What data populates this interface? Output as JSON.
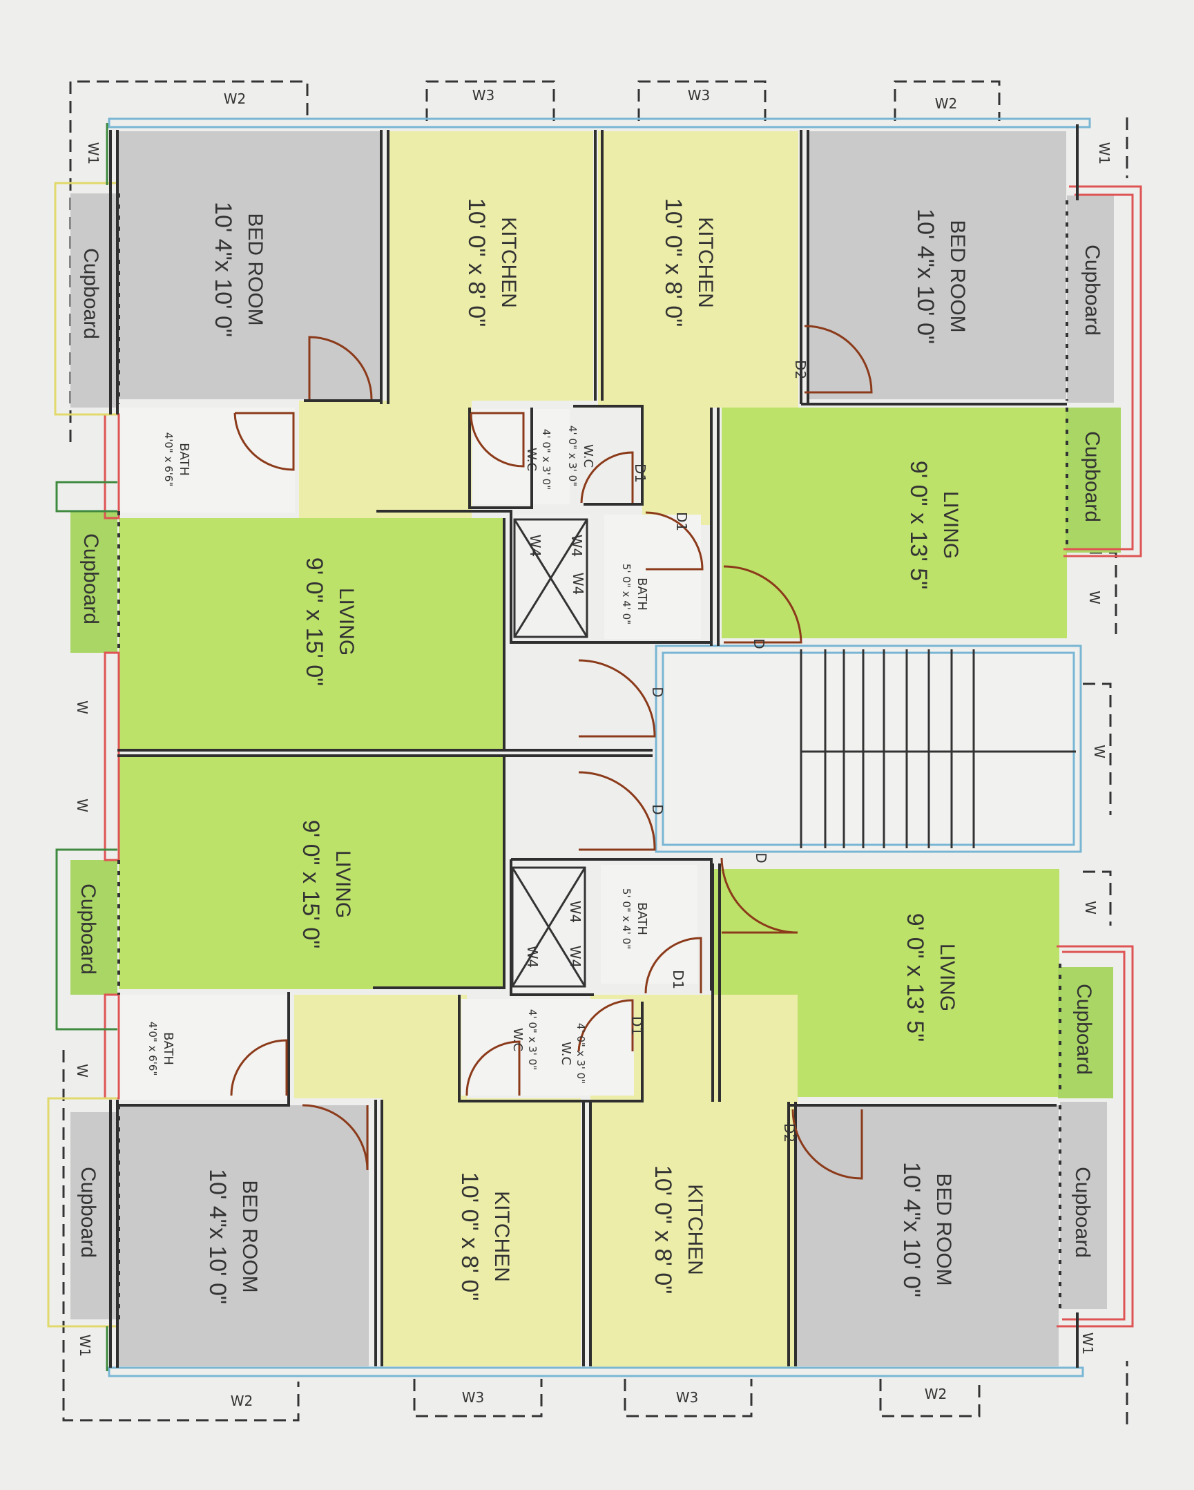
{
  "colors": {
    "bedroom": "#cacaca",
    "kitchen": "#eceda8",
    "living": "#bde26a",
    "cupboard_green": "#a9d664",
    "bath": "#f3f3f1",
    "stair": "#f1f2f0",
    "wall": "#2f2f2f",
    "door_arc": "#8b3a1a",
    "outline_blue": "#79b6d4",
    "outline_red": "#de5353",
    "outline_yellow": "#e1d96b",
    "outline_green": "#3f8a3f",
    "dashed": "#333333"
  },
  "rooms": [
    {
      "id": "bed-tl",
      "name": "BED ROOM",
      "size": "10' 4\"x 10' 0\"",
      "kind": "bedroom"
    },
    {
      "id": "kit-tl",
      "name": "KITCHEN",
      "size": "10' 0\" x 8' 0\"",
      "kind": "kitchen"
    },
    {
      "id": "kit-tr",
      "name": "KITCHEN",
      "size": "10' 0\" x 8' 0\"",
      "kind": "kitchen"
    },
    {
      "id": "bed-tr",
      "name": "BED ROOM",
      "size": "10' 4\"x 10' 0\"",
      "kind": "bedroom"
    },
    {
      "id": "liv-tr",
      "name": "LIVING",
      "size": "9' 0\" x 13' 5\"",
      "kind": "living"
    },
    {
      "id": "liv-l1",
      "name": "LIVING",
      "size": "9' 0\" x 15' 0\"",
      "kind": "living"
    },
    {
      "id": "liv-l2",
      "name": "LIVING",
      "size": "9' 0\" x 15' 0\"",
      "kind": "living"
    },
    {
      "id": "liv-br",
      "name": "LIVING",
      "size": "9' 0\" x 13' 5\"",
      "kind": "living"
    },
    {
      "id": "bed-bl",
      "name": "BED ROOM",
      "size": "10' 4\"x 10' 0\"",
      "kind": "bedroom"
    },
    {
      "id": "kit-bl",
      "name": "KITCHEN",
      "size": "10' 0\" x 8' 0\"",
      "kind": "kitchen"
    },
    {
      "id": "kit-br",
      "name": "KITCHEN",
      "size": "10' 0\" x 8' 0\"",
      "kind": "kitchen"
    },
    {
      "id": "bed-br",
      "name": "BED ROOM",
      "size": "10' 4\"x 10' 0\"",
      "kind": "bedroom"
    }
  ],
  "small_rooms": [
    {
      "id": "bath-tl",
      "name": "BATH",
      "size": "4'0\" x 6'6\""
    },
    {
      "id": "wc-t1",
      "name": "W.C",
      "size": "4' 0\" x 3' 0\""
    },
    {
      "id": "wc-t2",
      "name": "W.C",
      "size": "4' 0\" x 3' 0\""
    },
    {
      "id": "bath-tr",
      "name": "BATH",
      "size": "5' 0\" x 4' 0\""
    },
    {
      "id": "bath-br",
      "name": "BATH",
      "size": "5' 0\" x 4' 0\""
    },
    {
      "id": "wc-b1",
      "name": "W.C",
      "size": "4' 0\" x 3' 0\""
    },
    {
      "id": "wc-b2",
      "name": "W.C",
      "size": "4' 0\" x 3' 0\""
    },
    {
      "id": "bath-bl",
      "name": "BATH",
      "size": "4'0\" x 6'6\""
    }
  ],
  "cupboard_label": "Cupboard",
  "windows": {
    "w": "W",
    "w1": "W1",
    "w2": "W2",
    "w3": "W3",
    "w4": "W4"
  },
  "doors": {
    "d": "D",
    "d1": "D1",
    "d2": "D2"
  }
}
